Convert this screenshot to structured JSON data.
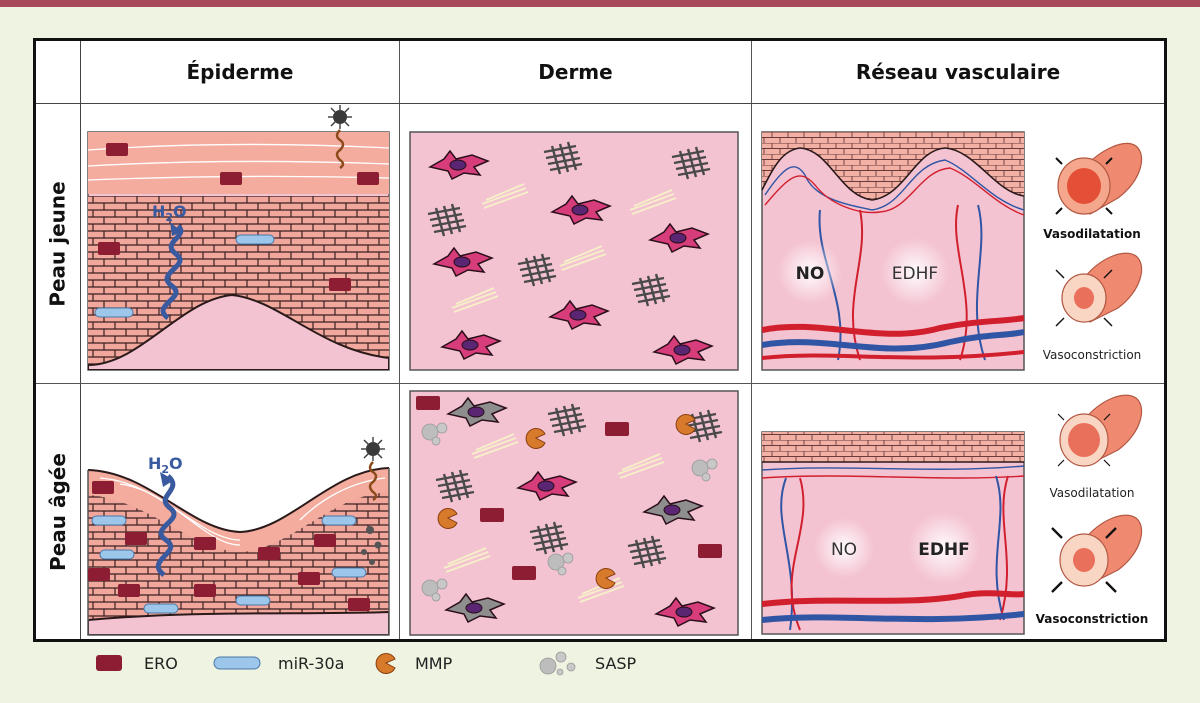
{
  "columns": {
    "epiderme": "Épiderme",
    "derme": "Derme",
    "reseau": "Réseau vasculaire"
  },
  "rows": {
    "jeune": "Peau jeune",
    "agee": "Peau âgée"
  },
  "labels": {
    "h2o": "H",
    "h2o_sub": "2",
    "h2o_o": "O",
    "no": "NO",
    "edhf": "EDHF",
    "vasodilatation": "Vasodilatation",
    "vasoconstriction": "Vasoconstriction"
  },
  "legend": [
    {
      "key": "ero",
      "label": "ERO",
      "color": "#8c1d32"
    },
    {
      "key": "mir",
      "label": "miR-30a",
      "color": "#9cc6ea"
    },
    {
      "key": "mmp",
      "label": "MMP",
      "color": "#d77a2c"
    },
    {
      "key": "sasp",
      "label": "SASP",
      "color": "#b8b8b8"
    }
  ],
  "colors": {
    "background": "#eef4e1",
    "accent_bar": "#a8485c",
    "tissue_pink": "#f4c3d2",
    "skin_salmon": "#f0a79a",
    "ero": "#8c1d32",
    "mir": "#9cc6ea",
    "vessel_red": "#d21f2e",
    "vessel_blue": "#2f55a4",
    "fibroblast_young": "#d73d7a",
    "fibroblast_old": "#8e8e8e",
    "water": "#3a5aa0"
  }
}
